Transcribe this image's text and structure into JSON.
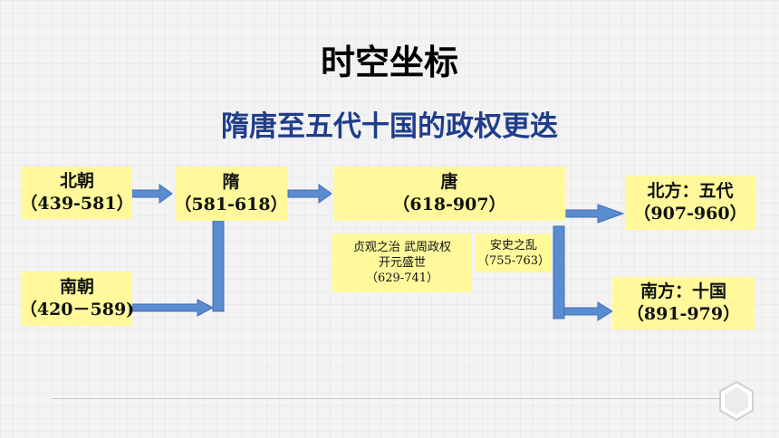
{
  "title": "时空坐标",
  "subtitle": "隋唐至五代十国的政权更迭",
  "boxes": {
    "beichao": {
      "name": "北朝",
      "years": "（439-581）"
    },
    "nanchao": {
      "name": "南朝",
      "years": "（420－589)"
    },
    "sui": {
      "name": "隋",
      "years": "（581-618）"
    },
    "tang": {
      "name": "唐",
      "years": "（618-907）"
    },
    "zhenguan": {
      "line1": "贞观之治  武周政权",
      "line2": "开元盛世",
      "line3": "（629-741）"
    },
    "anshi": {
      "line1": "安史之乱",
      "line2": "（755-763）"
    },
    "wudai": {
      "name": "北方：五代",
      "years": "（907-960）"
    },
    "shiguo": {
      "name": "南方：十国",
      "years": "（891-979）"
    }
  },
  "colors": {
    "box": "#fff99b",
    "arrow": "#5b8bd0",
    "arrow_stroke": "#3f6fb5",
    "subtitle": "#1f3d8c"
  }
}
